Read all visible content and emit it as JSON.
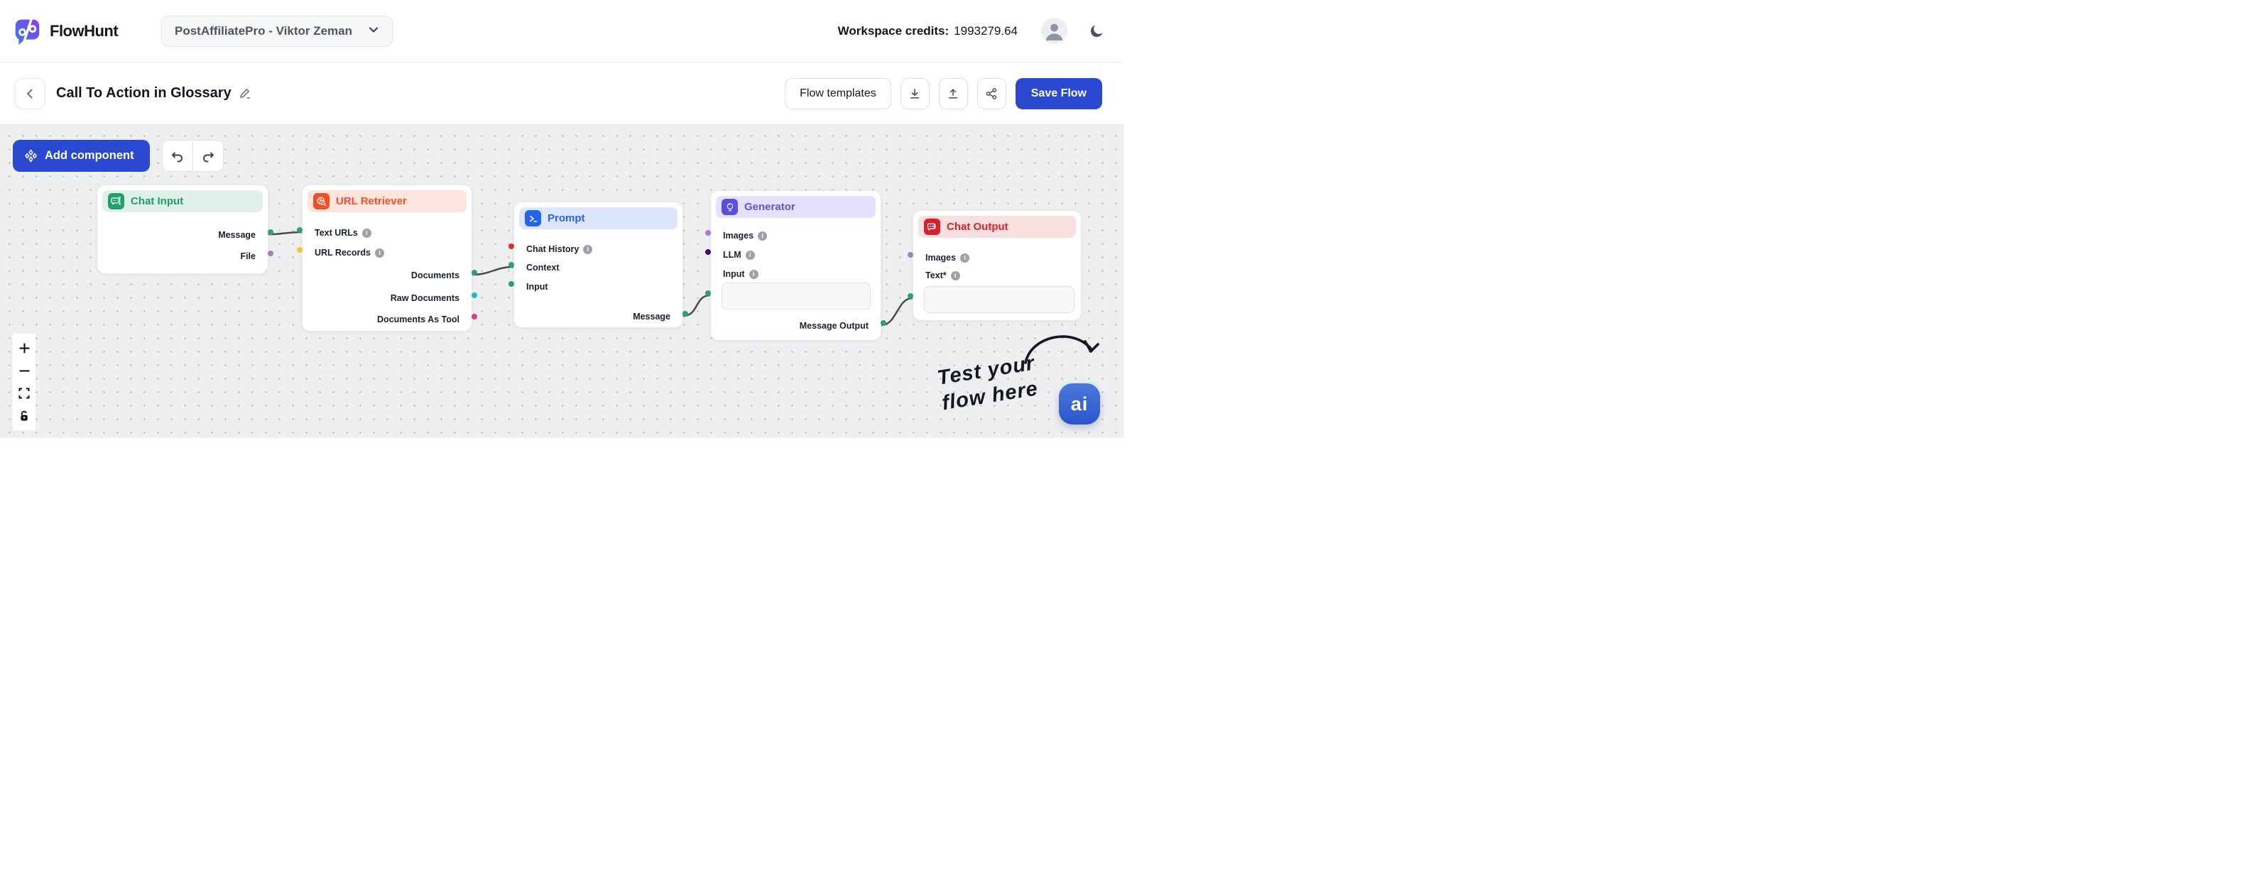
{
  "header": {
    "brand": "FlowHunt",
    "workspace_selector": "PostAffiliatePro - Viktor Zeman",
    "credits_label": "Workspace credits:",
    "credits_value": "1993279.64"
  },
  "toolbar": {
    "flow_title": "Call To Action in Glossary",
    "flow_templates_label": "Flow templates",
    "save_flow_label": "Save Flow"
  },
  "canvas_ui": {
    "add_component_label": "Add component",
    "hint_line1": "Test your",
    "hint_line2": "flow here",
    "assistant_label": "ai"
  },
  "colors": {
    "brand_blue": "#2b48d0",
    "edge_gray": "#4a4a4a",
    "green": "#2aa36e",
    "purple": "#ab7ac4",
    "yellow": "#eec235",
    "red": "#c43a20",
    "cyan": "#27b4cf",
    "pink": "#e0368f",
    "dark_purple": "#420d63"
  },
  "nodes": {
    "chat_input": {
      "title": "Chat Input",
      "accent": "#1d9e66",
      "header_bg": "#dff0e8",
      "outputs": [
        {
          "label": "Message",
          "color": "#2aa36e"
        },
        {
          "label": "File",
          "color": "#ab7ac4"
        }
      ]
    },
    "url_retriever": {
      "title": "URL Retriever",
      "accent": "#f14f2a",
      "header_bg": "#fde5dd",
      "inputs": [
        {
          "label": "Text URLs",
          "info": true,
          "color": "#2aa36e"
        },
        {
          "label": "URL Records",
          "info": true,
          "color": "#eec235"
        }
      ],
      "outputs": [
        {
          "label": "Documents",
          "color": "#2aa36e"
        },
        {
          "label": "Raw Documents",
          "color": "#27b4cf"
        },
        {
          "label": "Documents As Tool",
          "color": "#e0368f"
        }
      ]
    },
    "prompt": {
      "title": "Prompt",
      "accent": "#2a5fe8",
      "header_bg": "#dde6fc",
      "inputs": [
        {
          "label": "Chat History",
          "info": true,
          "color": "#c43a20"
        },
        {
          "label": "Context",
          "color": "#2aa36e"
        },
        {
          "label": "Input",
          "color": "#2aa36e"
        }
      ],
      "outputs": [
        {
          "label": "Message",
          "color": "#2aa36e"
        }
      ]
    },
    "generator": {
      "title": "Generator",
      "accent": "#5b55e3",
      "header_bg": "#e5e3fb",
      "inputs": [
        {
          "label": "Images",
          "info": true,
          "color": "#ab7ac4"
        },
        {
          "label": "LLM",
          "info": true,
          "color": "#420d63"
        },
        {
          "label": "Input",
          "info": true
        }
      ],
      "textarea_value": "",
      "outputs": [
        {
          "label": "Message Output",
          "color": "#2aa36e"
        }
      ]
    },
    "chat_output": {
      "title": "Chat Output",
      "accent": "#d7232b",
      "header_bg": "#fadfe0",
      "inputs": [
        {
          "label": "Images",
          "info": true,
          "color": "#ab7ac4"
        },
        {
          "label": "Text*",
          "info": true
        }
      ],
      "textarea_value": ""
    }
  },
  "connections": [
    {
      "from": "Chat Input / Message",
      "to": "URL Retriever / Text URLs"
    },
    {
      "from": "URL Retriever / Documents",
      "to": "Prompt / Context"
    },
    {
      "from": "Prompt / Message",
      "to": "Generator / Input"
    },
    {
      "from": "Generator / Message Output",
      "to": "Chat Output / Text*"
    }
  ]
}
